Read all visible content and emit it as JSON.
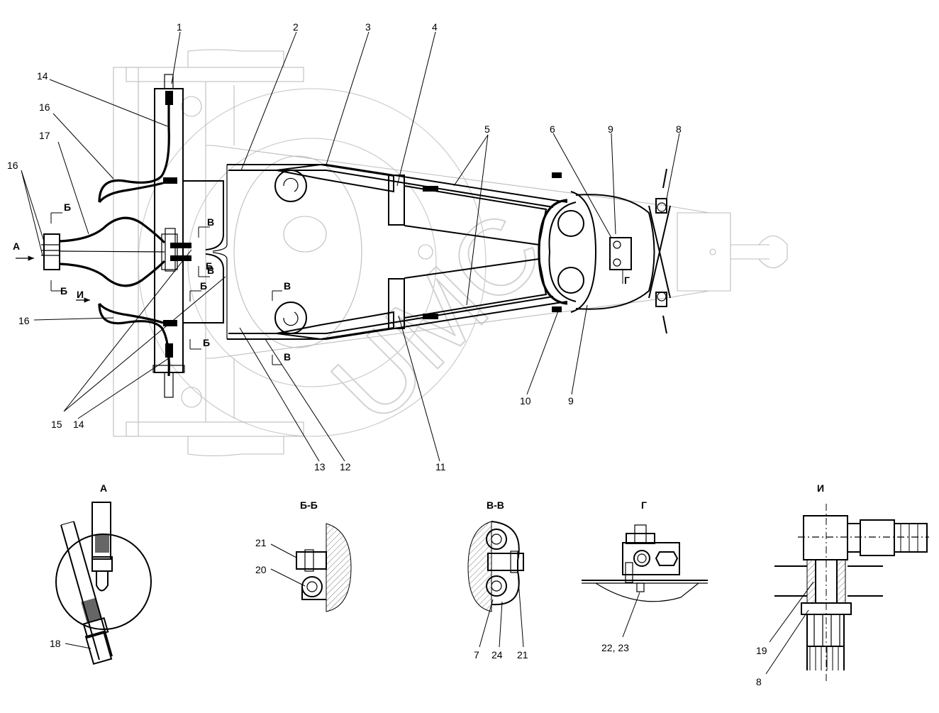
{
  "callouts": {
    "n1": "1",
    "n2": "2",
    "n3": "3",
    "n4": "4",
    "n5": "5",
    "n6": "6",
    "n9a": "9",
    "n8": "8",
    "n14a": "14",
    "n16a": "16",
    "n17": "17",
    "n16b": "16",
    "n16c": "16",
    "n15": "15",
    "n14b": "14",
    "n13": "13",
    "n12": "12",
    "n11": "11",
    "n10": "10",
    "n9b": "9"
  },
  "section_marks": {
    "A": "А",
    "I": "И",
    "B1": "Б",
    "B2": "Б",
    "B3": "Б",
    "B4": "Б",
    "B5": "Б",
    "V1": "В",
    "V2": "В",
    "V3": "В",
    "V4": "В",
    "G": "Г"
  },
  "detail_views": {
    "view_a": {
      "title": "А",
      "labels": [
        "18"
      ]
    },
    "view_bb": {
      "title": "Б-Б",
      "labels": [
        "21",
        "20"
      ]
    },
    "view_vv": {
      "title": "В-В",
      "labels": [
        "7",
        "24",
        "21"
      ]
    },
    "view_g": {
      "title": "Г",
      "labels": [
        "22, 23"
      ]
    },
    "view_i": {
      "title": "И",
      "labels": [
        "19",
        "8"
      ]
    }
  },
  "watermark": {
    "text": "UMC"
  }
}
